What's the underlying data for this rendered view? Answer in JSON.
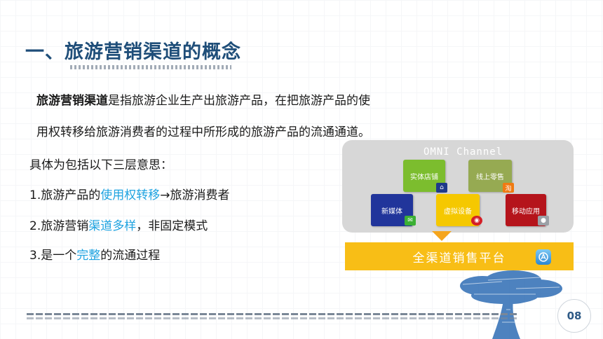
{
  "slide": {
    "title": "一、旅游营销渠道的概念",
    "definition": {
      "term": "旅游营销渠道",
      "rest_line1": "是指旅游企业生产出旅游产品，在把旅游产品的使",
      "line2": "用权转移给旅游消费者的过程中所形成的旅游产品的流通通道。"
    },
    "intro": "具体为包括以下三层意思：",
    "points": [
      {
        "pre": "1.旅游产品的",
        "highlight": "使用权转移",
        "post": "→旅游消费者"
      },
      {
        "pre": "2.旅游营销",
        "highlight": "渠道多样",
        "post": "，非固定模式"
      },
      {
        "pre": "3.是一个",
        "highlight": "完整",
        "post": "的流通过程"
      }
    ],
    "page_number": "08",
    "highlight_color": "#1fa3e0",
    "title_color": "#1f4e79"
  },
  "diagram": {
    "omni_title": "OMNI Channel",
    "tiles": [
      {
        "label": "实体店铺",
        "color": "#7cbd2e",
        "icon": "store-icon"
      },
      {
        "label": "线上零售",
        "color": "#96aa52",
        "icon": "taobao-icon"
      },
      {
        "label": "新媒体",
        "color": "#21359b",
        "icon": "wechat-icon"
      },
      {
        "label": "虚拟设备",
        "color": "#f5c800",
        "icon": "weibo-icon"
      },
      {
        "label": "移动应用",
        "color": "#b5141b",
        "icon": "apple-icon"
      }
    ],
    "platform_label": "全渠道销售平台",
    "platform_color": "#f8be16"
  }
}
